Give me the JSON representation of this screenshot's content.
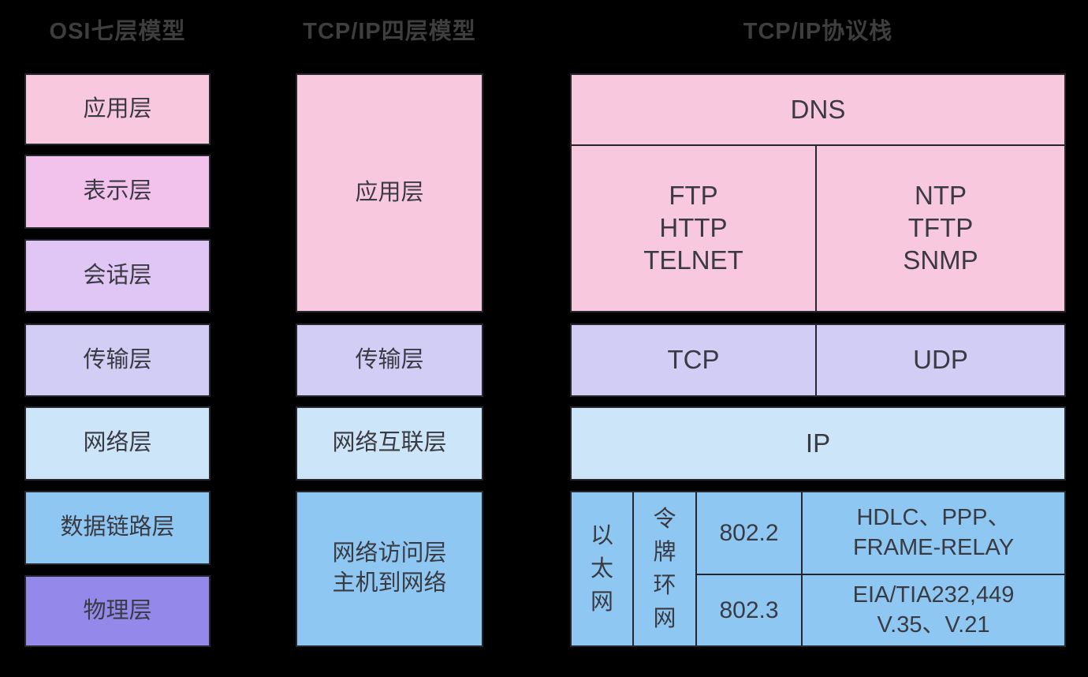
{
  "background": "#000000",
  "colors": {
    "pink": "#f8c8de",
    "magenta": "#f2c2ed",
    "lilac": "#e0c6f4",
    "periwinkle": "#d2cdf5",
    "lightblue": "#cde5f8",
    "blue": "#8ec7f2",
    "purple": "#9489ea",
    "border": "#26262e",
    "text": "#3a3a42",
    "title_text": "#3e3e3e"
  },
  "osi": {
    "title": "OSI七层模型",
    "layers": [
      "应用层",
      "表示层",
      "会话层",
      "传输层",
      "网络层",
      "数据链路层",
      "物理层"
    ]
  },
  "tcpip_model": {
    "title": "TCP/IP四层模型",
    "layers": [
      "应用层",
      "传输层",
      "网络互联层",
      "网络访问层\n主机到网络"
    ]
  },
  "stack": {
    "title": "TCP/IP协议栈",
    "dns": "DNS",
    "app_tcp_protocols": "FTP\nHTTP\nTELNET",
    "app_udp_protocols": "NTP\nTFTP\nSNMP",
    "tcp": "TCP",
    "udp": "UDP",
    "ip": "IP",
    "ethernet": "以太网",
    "token_ring": "令牌环网",
    "ieee_8022": "802.2",
    "ieee_8023": "802.3",
    "wan_upper": "HDLC、PPP、\nFRAME-RELAY",
    "wan_lower": "EIA/TIA232,449\nV.35、V.21"
  }
}
